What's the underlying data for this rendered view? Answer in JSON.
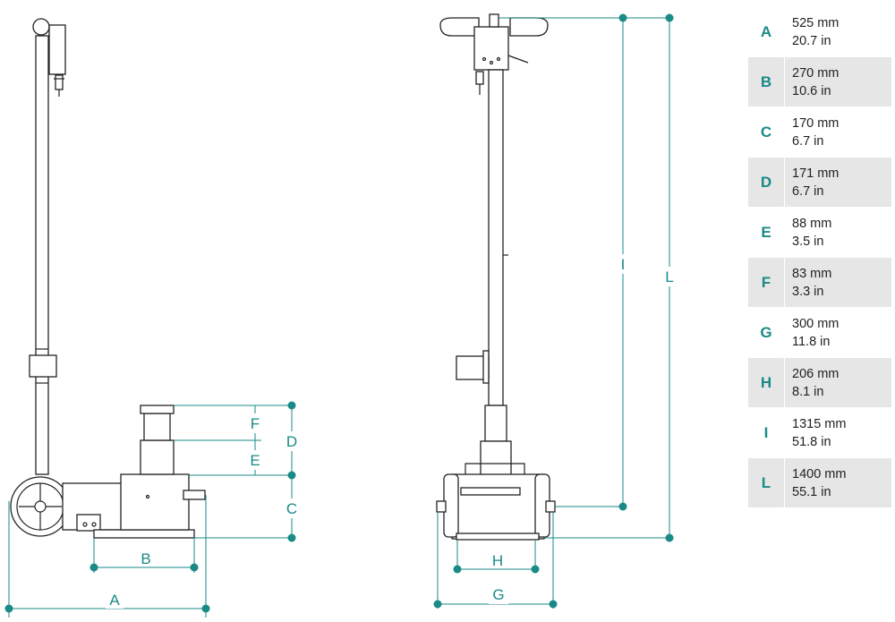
{
  "labels": {
    "a": "A",
    "b": "B",
    "c": "C",
    "d": "D",
    "e": "E",
    "f": "F",
    "g": "G",
    "h": "H",
    "i": "I",
    "l": "L"
  },
  "dimensions": [
    {
      "letter": "A",
      "mm": "525 mm",
      "inch": "20.7 in"
    },
    {
      "letter": "B",
      "mm": "270 mm",
      "inch": "10.6 in"
    },
    {
      "letter": "C",
      "mm": "170 mm",
      "inch": "6.7 in"
    },
    {
      "letter": "D",
      "mm": "171 mm",
      "inch": "6.7 in"
    },
    {
      "letter": "E",
      "mm": "88 mm",
      "inch": "3.5 in"
    },
    {
      "letter": "F",
      "mm": "83 mm",
      "inch": "3.3 in"
    },
    {
      "letter": "G",
      "mm": "300 mm",
      "inch": "11.8 in"
    },
    {
      "letter": "H",
      "mm": "206 mm",
      "inch": "8.1 in"
    },
    {
      "letter": "I",
      "mm": "1315 mm",
      "inch": "51.8 in"
    },
    {
      "letter": "L",
      "mm": "1400 mm",
      "inch": "55.1 in"
    }
  ],
  "colors": {
    "accent": "#1a8a87",
    "row_shade": "#e6e6e6"
  }
}
